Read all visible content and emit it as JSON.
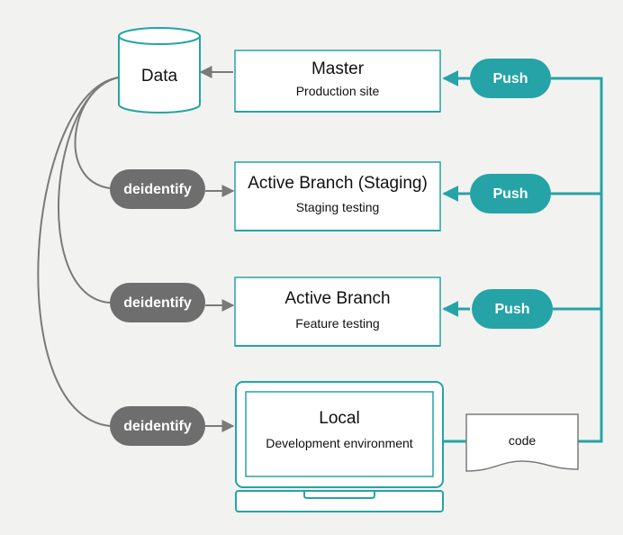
{
  "data_store": {
    "label": "Data"
  },
  "environments": {
    "master": {
      "title": "Master",
      "subtitle": "Production site"
    },
    "staging": {
      "title": "Active Branch (Staging)",
      "subtitle": "Staging testing"
    },
    "feature": {
      "title": "Active Branch",
      "subtitle": "Feature testing"
    },
    "local": {
      "title": "Local",
      "subtitle": "Development environment"
    }
  },
  "push_buttons": [
    "Push",
    "Push",
    "Push"
  ],
  "deidentify_buttons": [
    "deidentify",
    "deidentify",
    "deidentify"
  ],
  "code_doc": {
    "label": "code"
  },
  "colors": {
    "teal": "#26a3a6",
    "gray": "#6e6e6e",
    "line_gray": "#7a7a7a",
    "background": "#f2f3f1",
    "box_fill": "#ffffff"
  }
}
